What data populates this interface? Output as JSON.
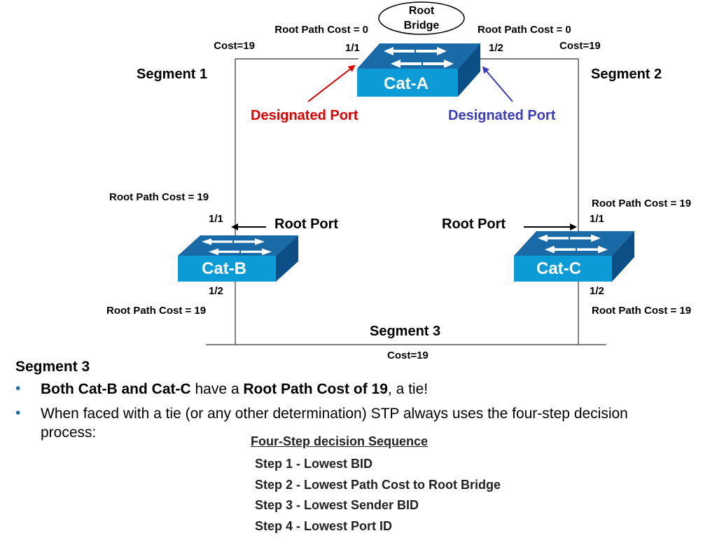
{
  "root_bridge": {
    "line1": "Root",
    "line2": "Bridge"
  },
  "segments": {
    "s1": "Segment 1",
    "s2": "Segment 2",
    "s3": "Segment 3"
  },
  "switches": {
    "a": {
      "name": "Cat-A",
      "port_left": "1/1",
      "port_right": "1/2"
    },
    "b": {
      "name": "Cat-B",
      "port_top": "1/1",
      "port_bottom": "1/2"
    },
    "c": {
      "name": "Cat-C",
      "port_top": "1/1",
      "port_bottom": "1/2"
    }
  },
  "costs": {
    "seg1": "Cost=19",
    "seg2": "Cost=19",
    "seg3": "Cost=19",
    "a_left": "Root Path Cost = 0",
    "a_right": "Root Path Cost = 0",
    "b_top": "Root Path Cost = 19",
    "b_bottom": "Root Path Cost = 19",
    "c_top": "Root Path Cost = 19",
    "c_bottom": "Root Path Cost = 19"
  },
  "port_roles": {
    "designated_left": "Designated Port",
    "designated_right": "Designated Port",
    "root_port_b": "Root Port",
    "root_port_c": "Root Port"
  },
  "colors": {
    "switch_front": "#0d9bd8",
    "switch_top": "#1a6aa8",
    "switch_side": "#0b4f86",
    "designated_left": "#e00000",
    "designated_right": "#3c3cc0",
    "bullet": "#1f6fb4"
  },
  "text": {
    "heading": "Segment 3",
    "bullet1": {
      "b1": "Both Cat-B and Cat-C",
      "t1": " have a ",
      "b2": "Root Path Cost of 19",
      "t2": ", a tie!"
    },
    "bullet2": "When faced with a tie (or any other determination) STP always uses the four-step decision process:"
  },
  "decision": {
    "title": "Four-Step decision Sequence",
    "steps": [
      "Step 1 - Lowest BID",
      "Step 2 - Lowest Path Cost to Root Bridge",
      "Step 3 - Lowest Sender BID",
      "Step 4 - Lowest Port ID"
    ]
  }
}
